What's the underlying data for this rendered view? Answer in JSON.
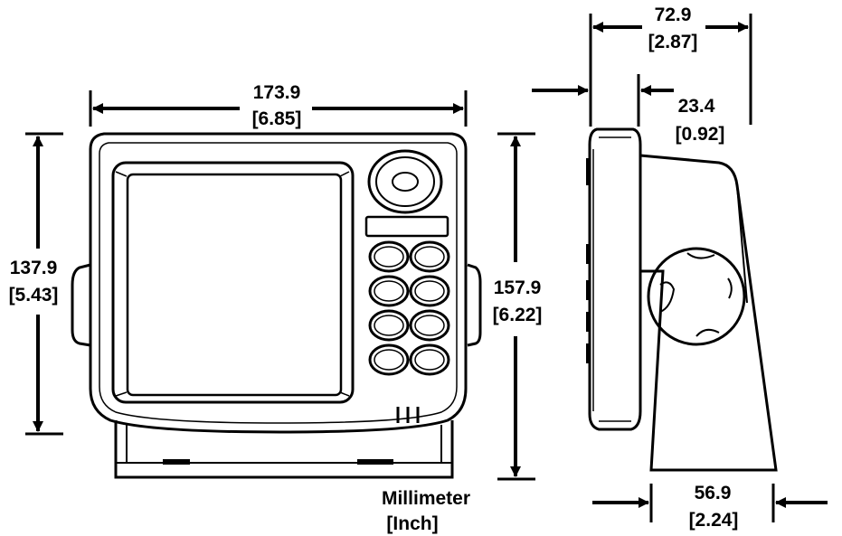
{
  "units": {
    "primary": "Millimeter",
    "secondary": "[Inch]"
  },
  "front_view": {
    "width": {
      "mm": "173.9",
      "inch": "[6.85]"
    },
    "body_height": {
      "mm": "137.9",
      "inch": "[5.43]"
    },
    "total_height": {
      "mm": "157.9",
      "inch": "[6.22]"
    }
  },
  "side_view": {
    "overall_depth": {
      "mm": "72.9",
      "inch": "[2.87]"
    },
    "case_depth": {
      "mm": "23.4",
      "inch": "[0.92]"
    },
    "bracket_base": {
      "mm": "56.9",
      "inch": "[2.24]"
    }
  },
  "colors": {
    "ink": "#000000",
    "paper": "#ffffff"
  }
}
